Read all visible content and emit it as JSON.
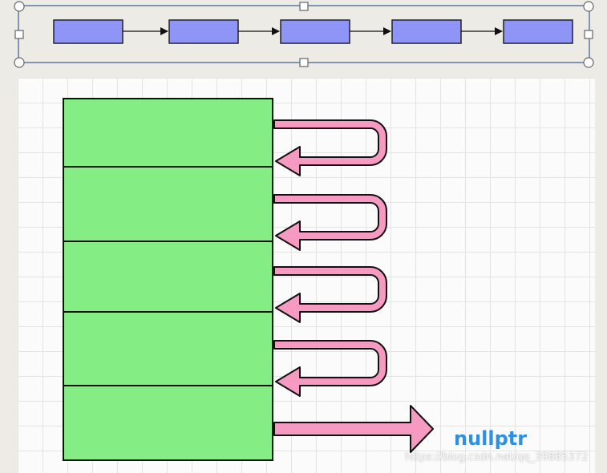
{
  "top_list": {
    "node_count": 5,
    "node_color": "#8f95f6",
    "selection_color": "#3a5e8c"
  },
  "memory": {
    "block_count": 5,
    "block_color": "#84ee84",
    "arrow_fill": "#f79ac2"
  },
  "label": {
    "nullptr": "nullptr",
    "color": "#2f8fe0"
  },
  "watermark": "https://blog.csdn.net/qq_39885372"
}
